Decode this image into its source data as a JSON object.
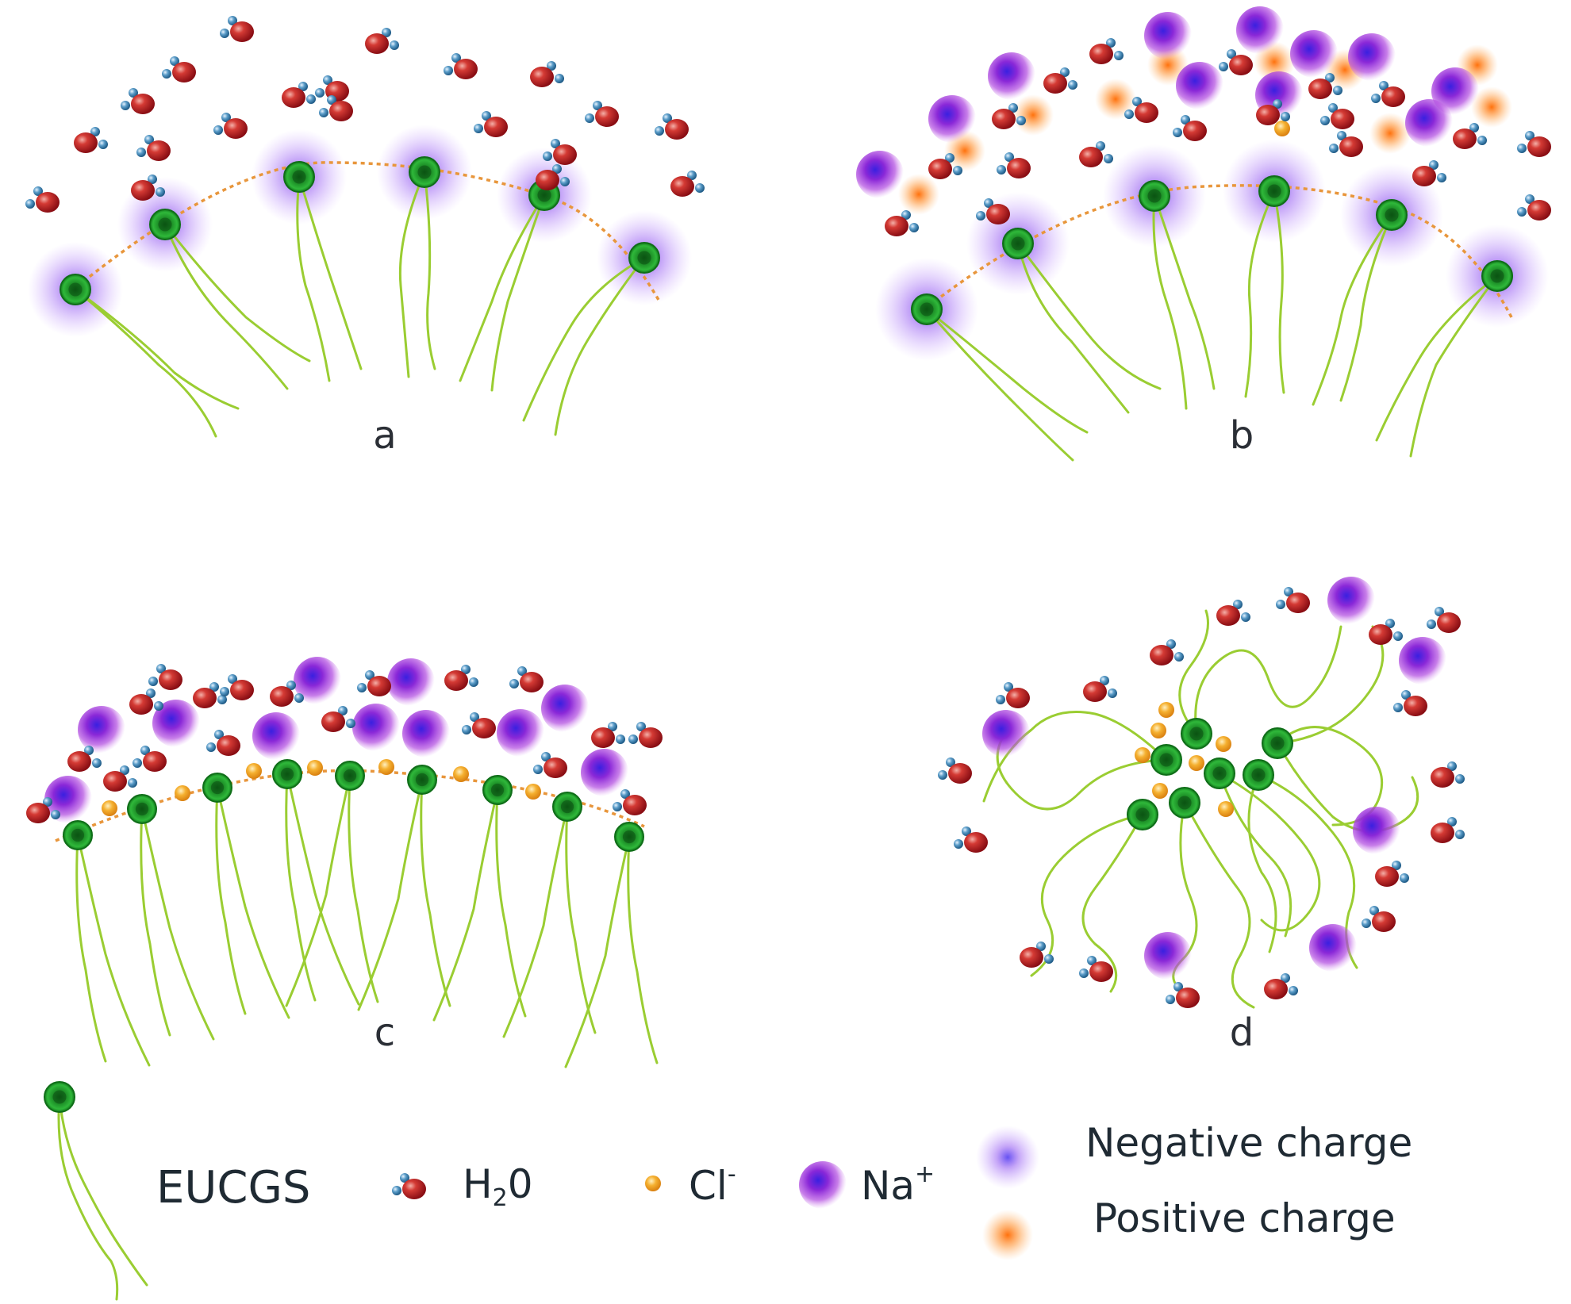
{
  "panels": {
    "a": {
      "label": "a"
    },
    "b": {
      "label": "b"
    },
    "c": {
      "label": "c"
    },
    "d": {
      "label": "d"
    }
  },
  "legend": {
    "eucgs": "EUCGS",
    "water": {
      "main": "H",
      "sub": "2",
      "tail": "0"
    },
    "chloride": {
      "main": "Cl",
      "sup": "-"
    },
    "sodium": {
      "main": "Na",
      "sup": "+"
    },
    "negative_charge": "Negative charge",
    "positive_charge": "Positive charge"
  },
  "colors": {
    "surfactant_head": "#22a02c",
    "surfactant_head_dark": "#0f6e18",
    "tail": "#9acd32",
    "oxygen": "#b0181f",
    "hydrogen": "#3d87b5",
    "chloride": "#f0a020",
    "sodium": "#a020d0",
    "negative_glow": "#5a3cf0",
    "positive_glow": "#ff7a1a",
    "interface_line": "#e8963c",
    "text": "#1f2a33"
  },
  "icons": [
    "surfactant-molecule-icon",
    "water-molecule-icon",
    "chloride-ion-icon",
    "sodium-ion-icon",
    "negative-charge-icon",
    "positive-charge-icon"
  ]
}
